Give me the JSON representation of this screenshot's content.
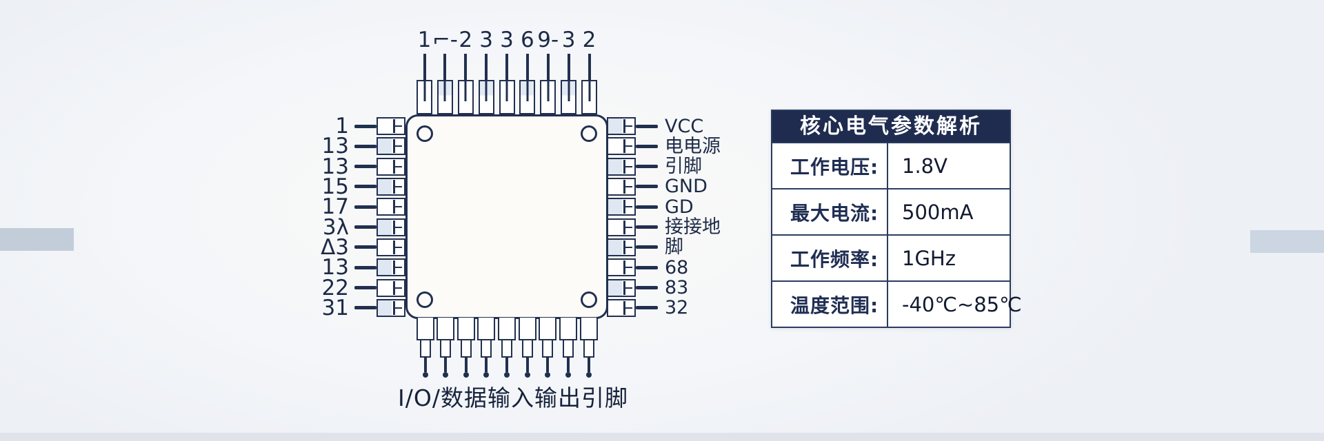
{
  "chip": {
    "top_pin_labels": [
      "1",
      "⌐-",
      "2",
      "3",
      "3",
      "6",
      "9-",
      "3",
      "2"
    ],
    "left_pin_labels": [
      "1",
      "13",
      "13",
      "15",
      "17",
      "3λ",
      "Δ3",
      "13",
      "22",
      "31"
    ],
    "right_pin_labels": [
      "VCC",
      "电电源",
      "引脚",
      "GND",
      "GD",
      "接接地",
      "脚",
      "68",
      "83",
      "32"
    ],
    "bottom_caption": "I/O/数据输入输出引脚"
  },
  "table": {
    "title": "核心电气参数解析",
    "rows": [
      {
        "label": "工作电压:",
        "value": "1.8V"
      },
      {
        "label": "最大电流:",
        "value": "500mA"
      },
      {
        "label": "工作频率:",
        "value": "1GHz"
      },
      {
        "label": "温度范围:",
        "value": "-40℃~85℃"
      }
    ]
  },
  "colors": {
    "line": "#22304f",
    "header_bg": "#1f2c50",
    "bar_left": "#c3cdd9",
    "bar_right": "#ccd6e2"
  }
}
